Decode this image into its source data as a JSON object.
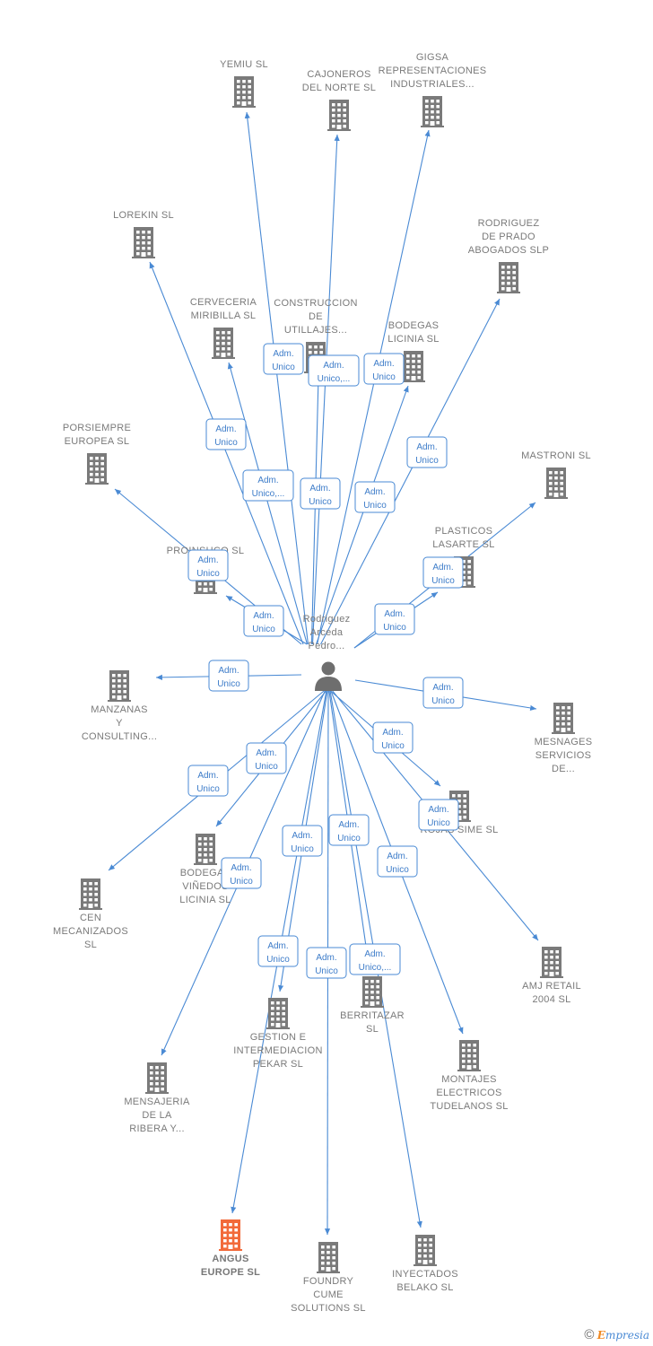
{
  "center": {
    "label": [
      "Rodriguez",
      "Arceda",
      "Pedro..."
    ],
    "icon": "person-icon"
  },
  "colors": {
    "edge": "#4a8ad4",
    "building": "#7a7a7a",
    "highlight": "#f26a3a"
  },
  "badge_text": {
    "line1": "Adm.",
    "unico": "Unico",
    "unico_trunc": "Unico,..."
  },
  "companies": [
    {
      "id": "yemiu",
      "label": [
        "YEMIU SL"
      ]
    },
    {
      "id": "cajoneros",
      "label": [
        "CAJONEROS",
        "DEL NORTE SL"
      ]
    },
    {
      "id": "gigsa",
      "label": [
        "GIGSA",
        "REPRESENTACIONES",
        "INDUSTRIALES..."
      ]
    },
    {
      "id": "lorekin",
      "label": [
        "LOREKIN  SL"
      ]
    },
    {
      "id": "rodriguez-prado",
      "label": [
        "RODRIGUEZ",
        "DE PRADO",
        "ABOGADOS SLP"
      ]
    },
    {
      "id": "cerveceria",
      "label": [
        "CERVECERIA",
        "MIRIBILLA  SL"
      ]
    },
    {
      "id": "construccion",
      "label": [
        "CONSTRUCCION",
        "DE",
        "UTILLAJES..."
      ]
    },
    {
      "id": "bodegas-licinia",
      "label": [
        "BODEGAS",
        "LICINIA SL"
      ]
    },
    {
      "id": "porsiempre",
      "label": [
        "PORSIEMPRE",
        "EUROPEA  SL"
      ]
    },
    {
      "id": "mastroni",
      "label": [
        "MASTRONI  SL"
      ]
    },
    {
      "id": "proinsuco",
      "label": [
        "PROINSUCO SL"
      ]
    },
    {
      "id": "plasticos",
      "label": [
        "PLASTICOS",
        "LASARTE  SL"
      ]
    },
    {
      "id": "manzanas",
      "label": [
        "MANZANAS",
        "Y",
        "CONSULTING..."
      ]
    },
    {
      "id": "mesnages",
      "label": [
        "MESNAGES",
        "SERVICIOS",
        "DE..."
      ]
    },
    {
      "id": "rojas",
      "label": [
        "ROJAS SIME SL"
      ]
    },
    {
      "id": "bodegas-vinedos",
      "label": [
        "BODEGAS",
        "VIÑEDOS",
        "LICINIA  SL"
      ]
    },
    {
      "id": "cen",
      "label": [
        "CEN",
        "MECANIZADOS",
        "SL"
      ]
    },
    {
      "id": "amj",
      "label": [
        "AMJ RETAIL",
        "2004  SL"
      ]
    },
    {
      "id": "berritazar",
      "label": [
        "BERRITAZAR",
        "SL"
      ]
    },
    {
      "id": "gestion",
      "label": [
        "GESTION E",
        "INTERMEDIACION",
        "PEKAR  SL"
      ]
    },
    {
      "id": "montajes",
      "label": [
        "MONTAJES",
        "ELECTRICOS",
        "TUDELANOS SL"
      ]
    },
    {
      "id": "mensajeria",
      "label": [
        "MENSAJERIA",
        "DE LA",
        "RIBERA Y..."
      ]
    },
    {
      "id": "angus",
      "label": [
        "ANGUS",
        "EUROPE  SL"
      ],
      "highlight": true
    },
    {
      "id": "foundry",
      "label": [
        "FOUNDRY",
        "CUME",
        "SOLUTIONS  SL"
      ]
    },
    {
      "id": "inyectados",
      "label": [
        "INYECTADOS",
        "BELAKO SL"
      ]
    }
  ],
  "edges": [
    {
      "to": "yemiu",
      "badge": "unico"
    },
    {
      "to": "cajoneros",
      "badge": "unico_trunc"
    },
    {
      "to": "gigsa",
      "badge": "unico"
    },
    {
      "to": "lorekin",
      "badge": "unico"
    },
    {
      "to": "rodriguez-prado",
      "badge": "unico"
    },
    {
      "to": "cerveceria",
      "badge": "unico_trunc"
    },
    {
      "to": "construccion",
      "badge": "unico"
    },
    {
      "to": "bodegas-licinia",
      "badge": "unico"
    },
    {
      "to": "porsiempre",
      "badge": "unico"
    },
    {
      "to": "mastroni",
      "badge": "unico"
    },
    {
      "to": "proinsuco",
      "badge": "unico"
    },
    {
      "to": "plasticos",
      "badge": "unico"
    },
    {
      "to": "manzanas",
      "badge": "unico"
    },
    {
      "to": "mesnages",
      "badge": "unico"
    },
    {
      "to": "rojas",
      "badge": "unico"
    },
    {
      "to": "bodegas-vinedos",
      "badge": "unico"
    },
    {
      "to": "cen",
      "badge": "unico"
    },
    {
      "to": "amj",
      "badge": "unico"
    },
    {
      "to": "berritazar",
      "badge": "unico_trunc"
    },
    {
      "to": "gestion",
      "badge": "unico"
    },
    {
      "to": "montajes",
      "badge": "unico"
    },
    {
      "to": "mensajeria",
      "badge": "unico"
    },
    {
      "to": "angus",
      "badge": "unico"
    },
    {
      "to": "foundry",
      "badge": "unico"
    },
    {
      "to": "inyectados",
      "badge": "unico"
    }
  ],
  "brand": {
    "copyright": "©",
    "e": "E",
    "rest": "mpresia"
  }
}
